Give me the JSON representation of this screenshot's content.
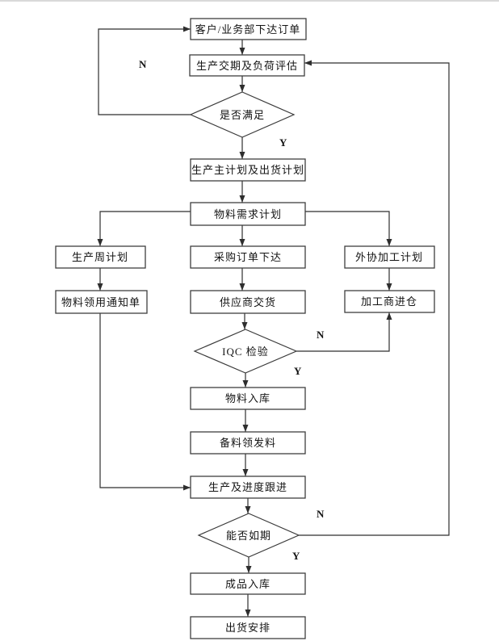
{
  "flowchart": {
    "title": "production-planning-flowchart",
    "nodes": {
      "order": {
        "label": "客户/业务部下达订单"
      },
      "assessment": {
        "label": "生产交期及负荷评估"
      },
      "satisfied": {
        "label": "是否满足"
      },
      "master_plan": {
        "label": "生产主计划及出货计划"
      },
      "mrp": {
        "label": "物料需求计划"
      },
      "weekly_plan": {
        "label": "生产周计划"
      },
      "po_release": {
        "label": "采购订单下达"
      },
      "outsource_plan": {
        "label": "外协加工计划"
      },
      "material_notice": {
        "label": "物料领用通知单"
      },
      "supplier_delivery": {
        "label": "供应商交货"
      },
      "processor_in": {
        "label": "加工商进仓"
      },
      "iqc": {
        "label": "IQC 检验"
      },
      "material_in": {
        "label": "物料入库"
      },
      "prepare_issue": {
        "label": "备料领发料"
      },
      "production_follow": {
        "label": "生产及进度跟进"
      },
      "on_schedule": {
        "label": "能否如期"
      },
      "fg_in": {
        "label": "成品入库"
      },
      "shipping": {
        "label": "出货安排"
      }
    },
    "labels": {
      "satisfied_n": "N",
      "satisfied_y": "Y",
      "iqc_n": "N",
      "iqc_y": "Y",
      "schedule_n": "N",
      "schedule_y": "Y"
    },
    "colors": {
      "line": "#2e2e2e",
      "box_border": "#3f3f3f",
      "text": "#141414",
      "page_top_border": "#d9d9d9"
    }
  }
}
